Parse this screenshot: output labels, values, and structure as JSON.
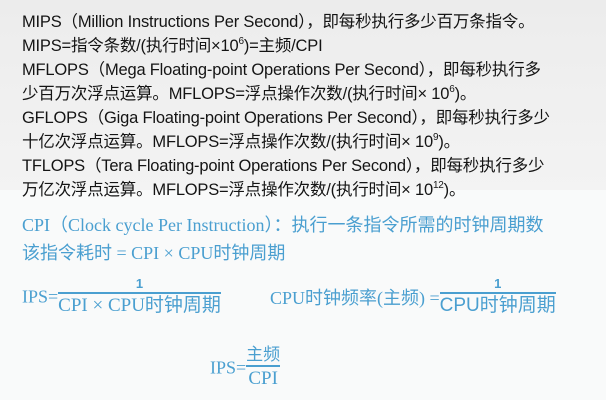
{
  "definitions": [
    {
      "text": "MIPS（Million Instructions Per Second），即每秒执行多少百万条指令。"
    },
    {
      "pre": "MIPS=指令条数/(执行时间×10",
      "sup": "6",
      "post": ")=主频/CPI"
    },
    {
      "text": "MFLOPS（Mega Floating-point Operations Per Second），即每秒执行多"
    },
    {
      "pre": "少百万次浮点运算。MFLOPS=浮点操作次数/(执行时间× 10",
      "sup": "6",
      "post": ")。"
    },
    {
      "text": "GFLOPS（Giga Floating-point Operations Per Second），即每秒执行多少"
    },
    {
      "pre": "十亿次浮点运算。MFLOPS=浮点操作次数/(执行时间× 10",
      "sup": "9",
      "post": ")。"
    },
    {
      "text": "TFLOPS（Tera Floating-point Operations Per Second），即每秒执行多少"
    },
    {
      "pre": "万亿次浮点运算。MFLOPS=浮点操作次数/(执行时间× 10",
      "sup": "12",
      "post": ")。"
    }
  ],
  "cpi": {
    "definition": "CPI（Clock cycle Per Instruction）：执行一条指令所需的时钟周期数",
    "instruction_time": "该指令耗时 = CPI × CPU时钟周期"
  },
  "formulas": {
    "ips1": {
      "label": "IPS=",
      "numerator": "1",
      "denominator": "CPI × CPU时钟周期"
    },
    "freq": {
      "label": "CPU时钟频率(主频) =",
      "numerator": "1",
      "denominator": "CPU时钟周期"
    },
    "ips2": {
      "label": "IPS=",
      "numerator": "主频",
      "denominator": "CPI"
    }
  },
  "colors": {
    "text_dark": "#141414",
    "accent_blue": "#4a9fd0"
  }
}
